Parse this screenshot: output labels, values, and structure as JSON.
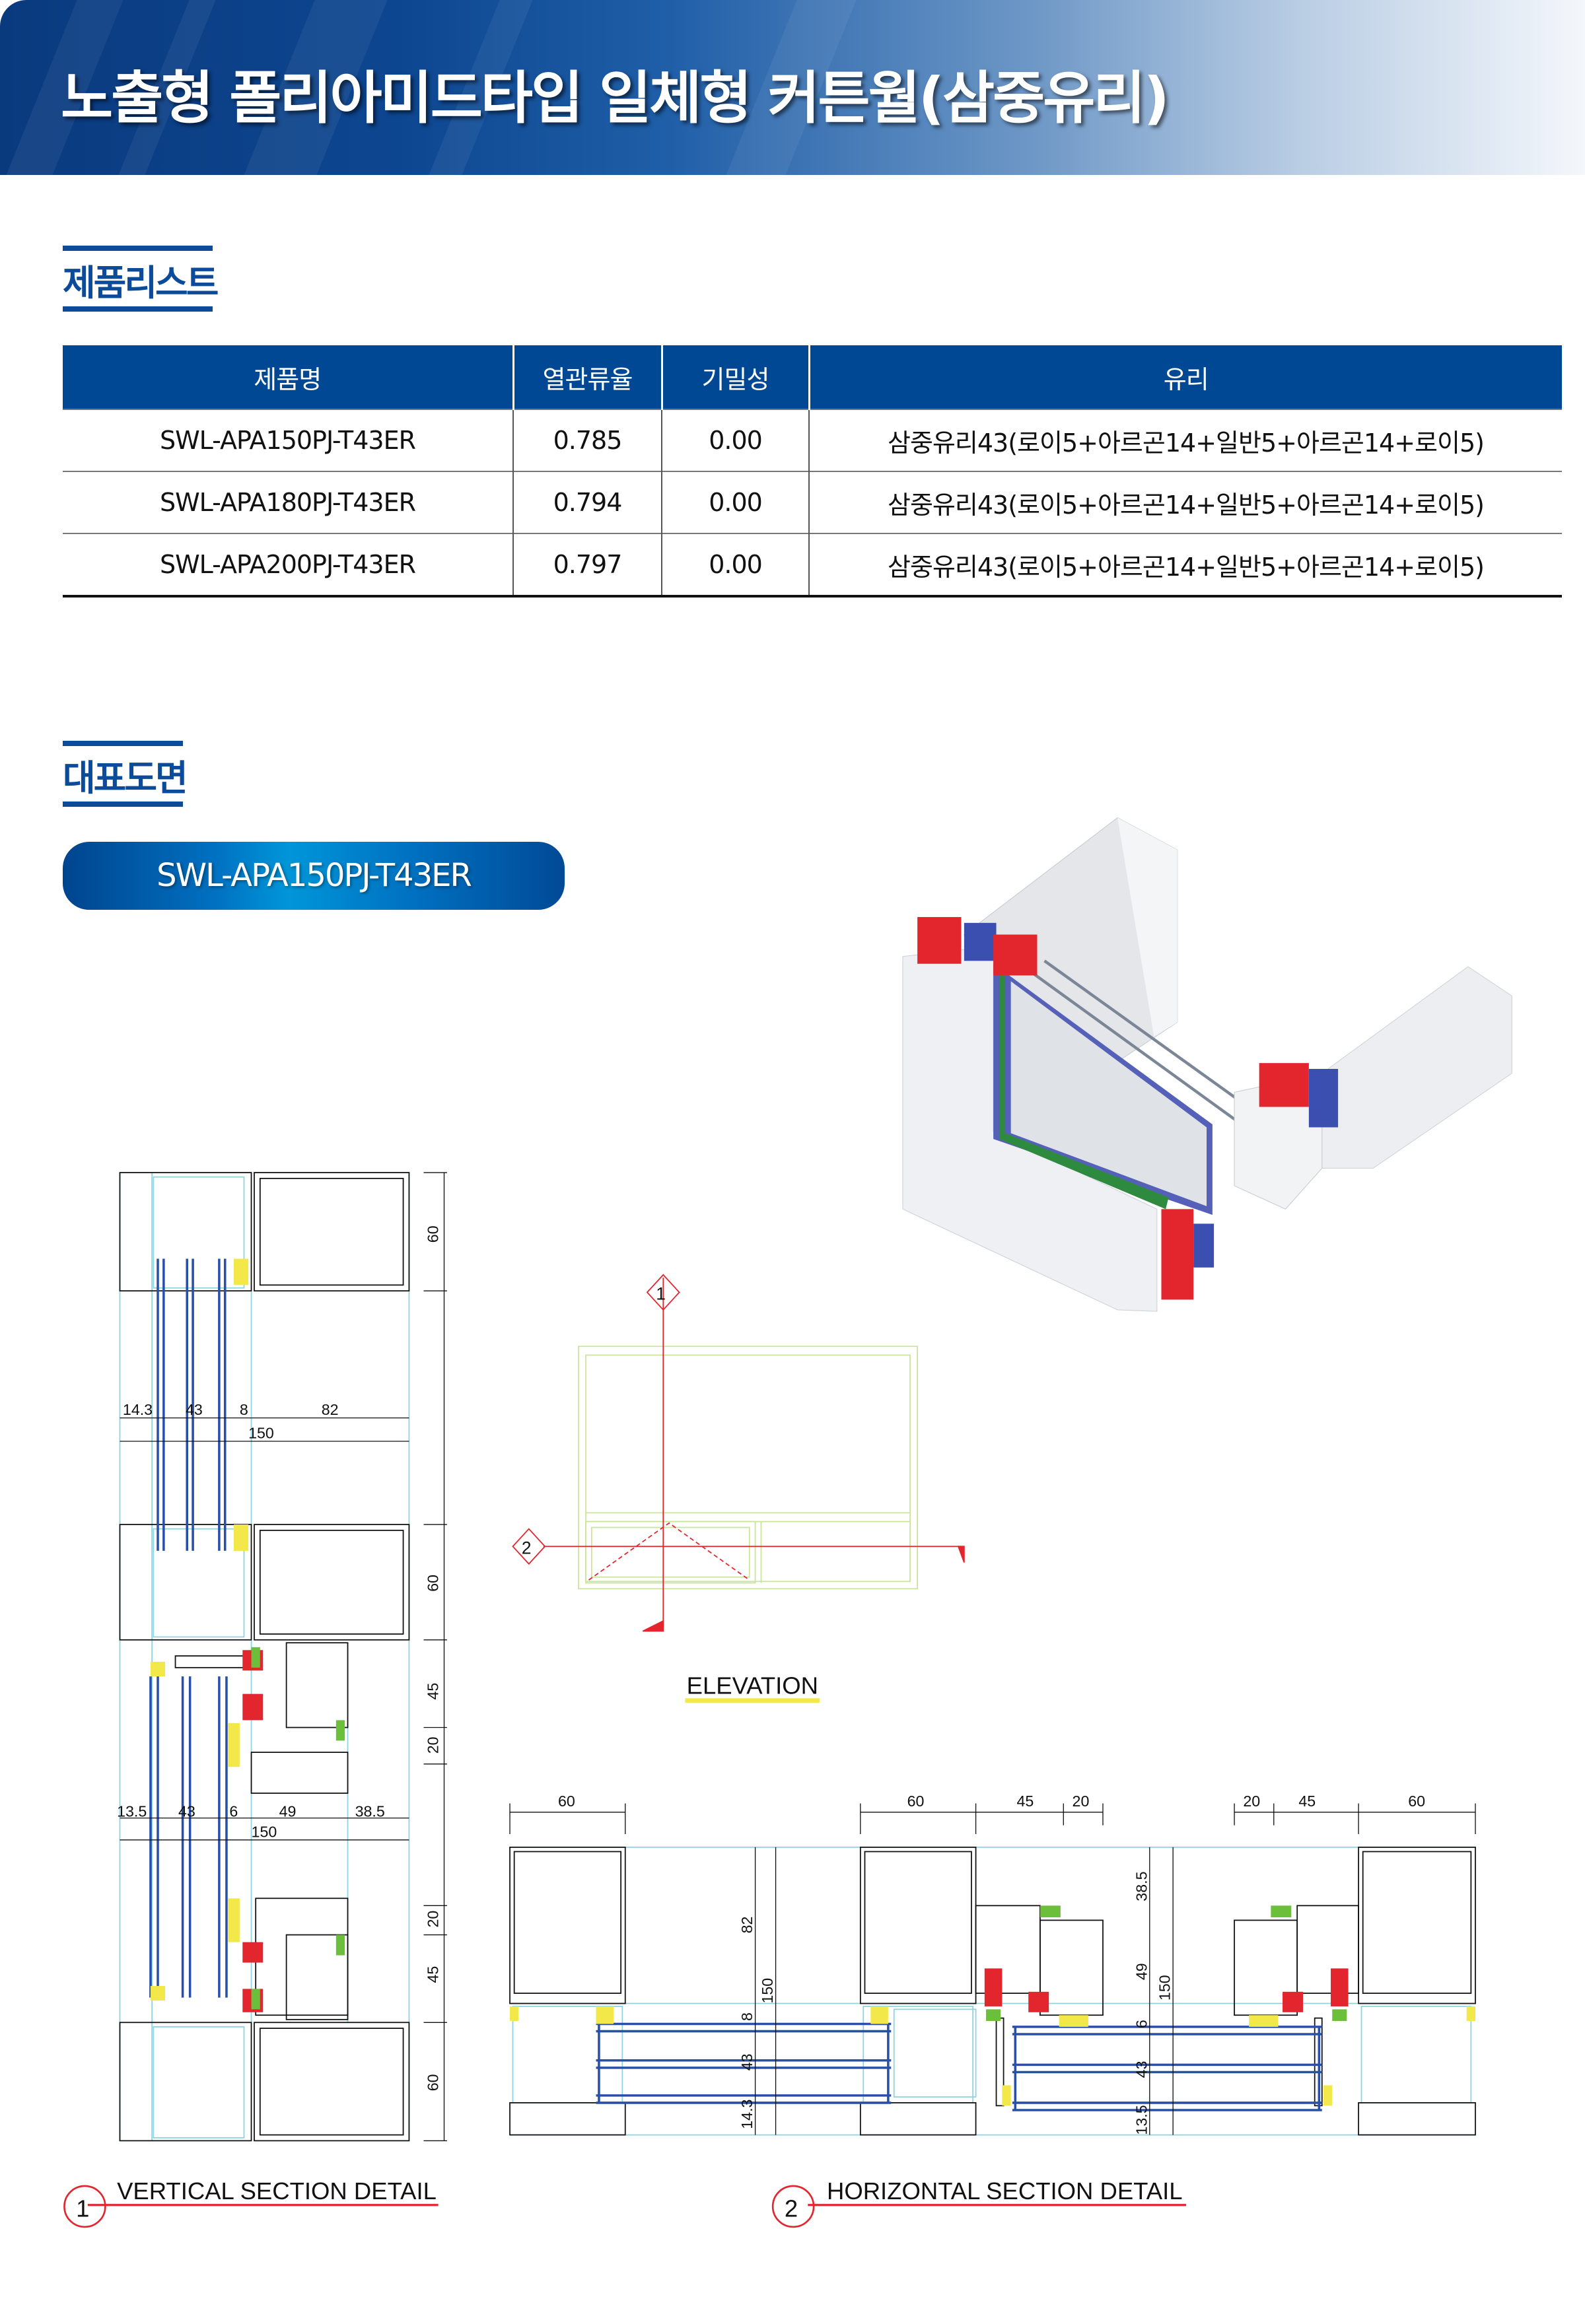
{
  "header": {
    "title": "노출형 폴리아미드타입 일체형 커튼월(삼중유리)"
  },
  "product_list": {
    "heading": "제품리스트",
    "columns": [
      "제품명",
      "열관류율",
      "기밀성",
      "유리"
    ],
    "rows": [
      [
        "SWL-APA150PJ-T43ER",
        "0.785",
        "0.00",
        "삼중유리43(로이5+아르곤14+일반5+아르곤14+로이5)"
      ],
      [
        "SWL-APA180PJ-T43ER",
        "0.794",
        "0.00",
        "삼중유리43(로이5+아르곤14+일반5+아르곤14+로이5)"
      ],
      [
        "SWL-APA200PJ-T43ER",
        "0.797",
        "0.00",
        "삼중유리43(로이5+아르곤14+일반5+아르곤14+로이5)"
      ]
    ]
  },
  "drawings": {
    "heading": "대표도면",
    "model": "SWL-APA150PJ-T43ER",
    "vertical": {
      "label": "VERTICAL SECTION DETAIL",
      "marker": "1",
      "dims_top": [
        "14.3",
        "43",
        "8",
        "82",
        "150"
      ],
      "dims_bottom": [
        "13.5",
        "43",
        "6",
        "49",
        "38.5",
        "150"
      ],
      "dims_side": [
        "60",
        "60",
        "45",
        "20",
        "20",
        "45",
        "60"
      ]
    },
    "elevation": {
      "label": "ELEVATION",
      "marker_1": "1",
      "marker_2": "2"
    },
    "horizontal": {
      "label": "HORIZONTAL SECTION DETAIL",
      "marker": "2",
      "dims_top": [
        "60",
        "60",
        "45",
        "20",
        "20",
        "45",
        "60"
      ],
      "dims_left": [
        "82",
        "8",
        "43",
        "14.3",
        "150"
      ],
      "dims_right": [
        "38.5",
        "49",
        "6",
        "43",
        "13.5",
        "150"
      ]
    }
  },
  "colors": {
    "brand_blue": "#004894",
    "thermal_break": "#e8202a",
    "glass": "#2a4fa8",
    "gasket": "#6bbf3a",
    "sealant": "#f2e84a"
  }
}
